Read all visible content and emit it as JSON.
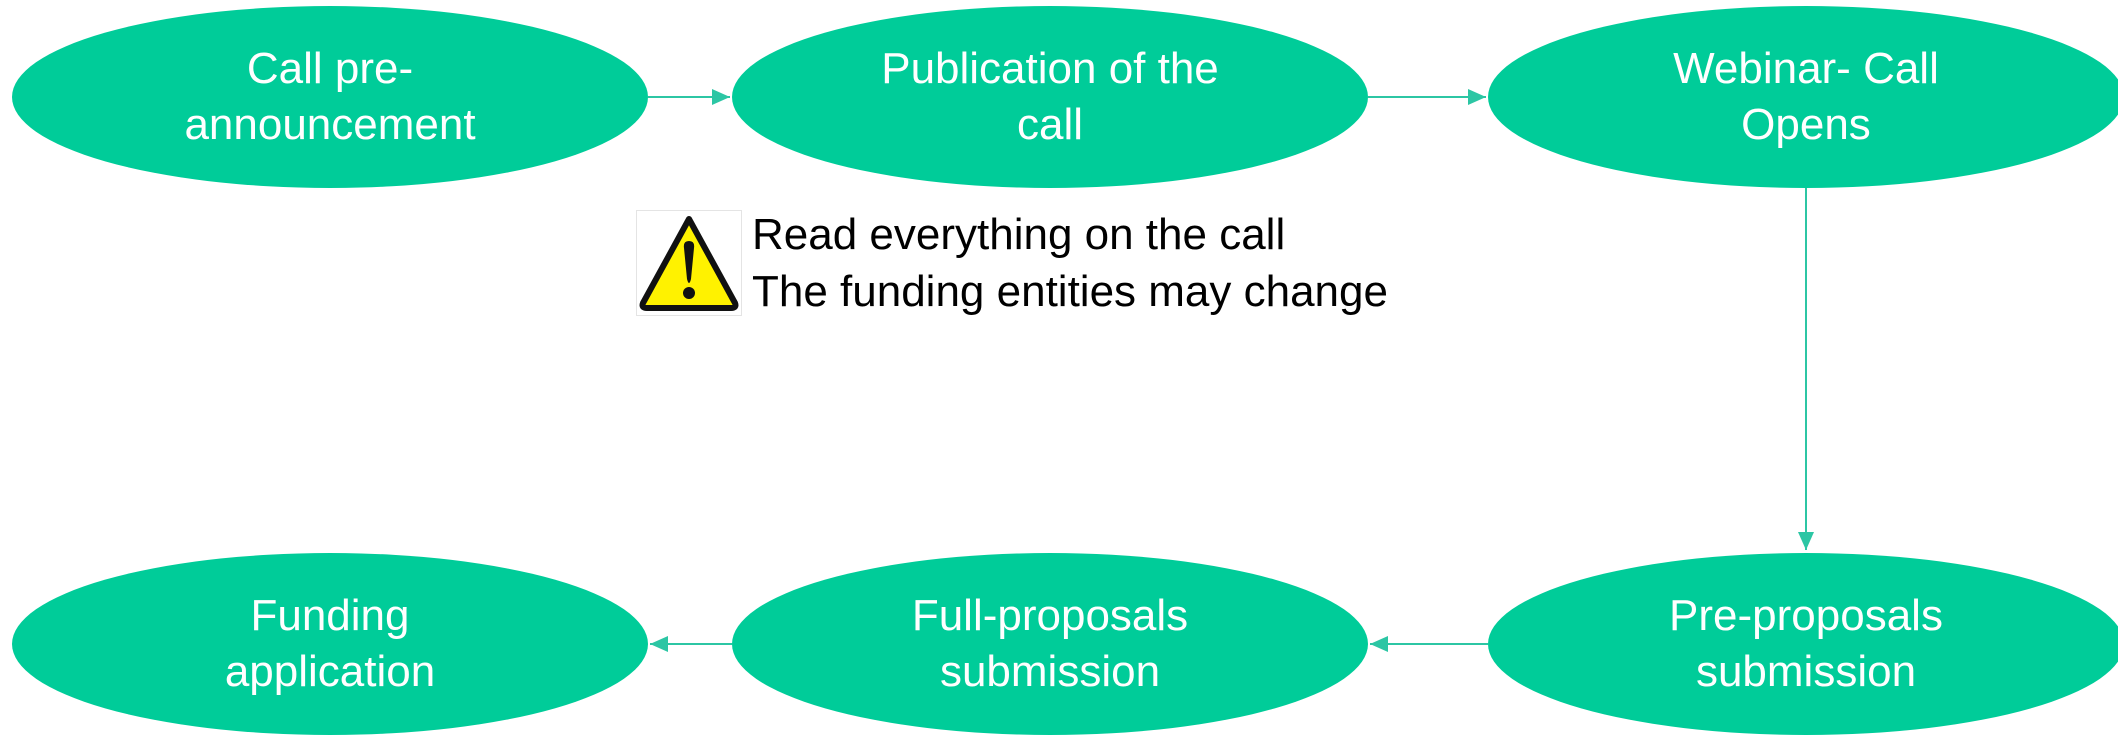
{
  "colors": {
    "node_fill": "#00CC99",
    "node_text": "#FFFFFF",
    "connector": "#2CC6A4",
    "warning_yellow": "#FFF200"
  },
  "nodes": [
    {
      "id": "call-pre-announcement",
      "lines": [
        "Call pre-",
        "announcement"
      ]
    },
    {
      "id": "publication-of-the-call",
      "lines": [
        "Publication of the",
        "call"
      ]
    },
    {
      "id": "webinar-call-opens",
      "lines": [
        "Webinar- Call",
        "Opens"
      ]
    },
    {
      "id": "pre-proposals-submission",
      "lines": [
        "Pre-proposals",
        "submission"
      ]
    },
    {
      "id": "full-proposals-submission",
      "lines": [
        "Full-proposals",
        "submission"
      ]
    },
    {
      "id": "funding-application",
      "lines": [
        "Funding",
        "application"
      ]
    }
  ],
  "edges": [
    {
      "from": "call-pre-announcement",
      "to": "publication-of-the-call"
    },
    {
      "from": "publication-of-the-call",
      "to": "webinar-call-opens"
    },
    {
      "from": "webinar-call-opens",
      "to": "pre-proposals-submission"
    },
    {
      "from": "pre-proposals-submission",
      "to": "full-proposals-submission"
    },
    {
      "from": "full-proposals-submission",
      "to": "funding-application"
    }
  ],
  "warning": {
    "icon": "warning-triangle-icon",
    "lines": [
      "Read everything on the call",
      "The funding entities may change"
    ]
  }
}
